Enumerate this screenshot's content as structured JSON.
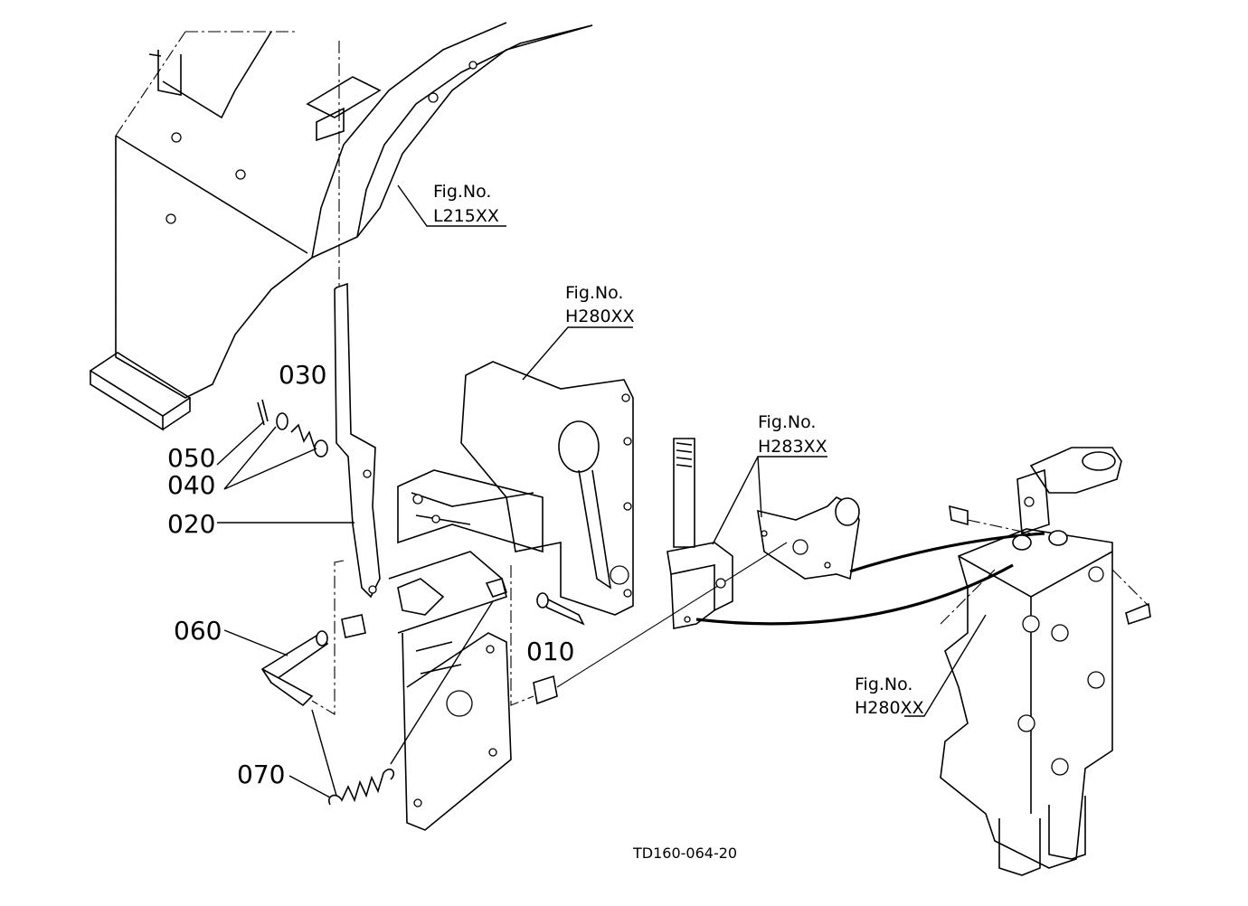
{
  "parts": {
    "p010": "010",
    "p020": "020",
    "p030": "030",
    "p040": "040",
    "p050": "050",
    "p060": "060",
    "p070": "070"
  },
  "figure_refs": {
    "fig_prefix": "Fig.No.",
    "l215": "L215XX",
    "h280_top": "H280XX",
    "h283": "H283XX",
    "h280_bottom": "H280XX"
  },
  "drawing_code": "TD160-064-20"
}
